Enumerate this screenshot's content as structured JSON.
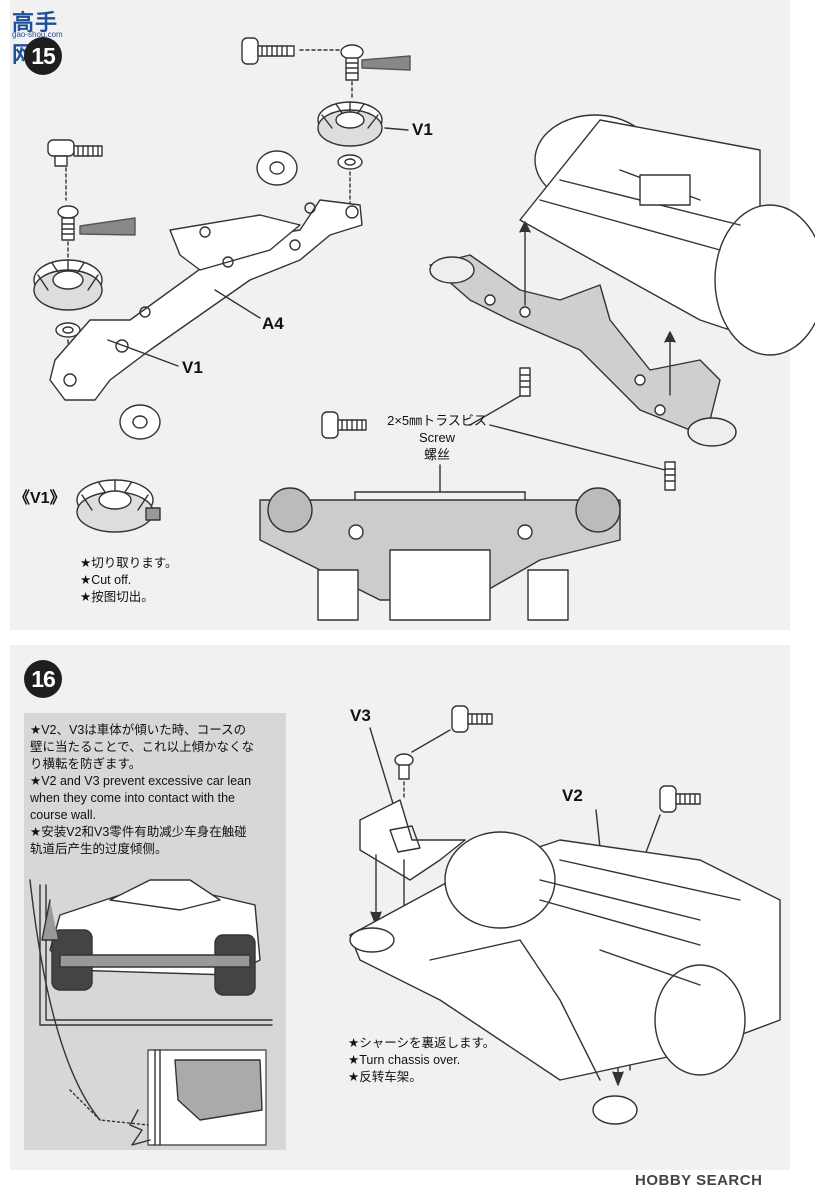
{
  "watermark": {
    "site_title": "高手网",
    "site_url": "gao-shou.com"
  },
  "step15": {
    "number": "15",
    "labels": {
      "v1_top": "V1",
      "a4": "A4",
      "v1_left": "V1",
      "screw_jp": "2×5㎜トラスビス",
      "screw_en": "Screw",
      "screw_cn": "螺丝"
    },
    "detail": {
      "title": "《V1》",
      "notes": [
        "★切り取ります。",
        "★Cut off.",
        "★按图切出。"
      ]
    }
  },
  "step16": {
    "number": "16",
    "notes": [
      "★V2、V3は車体が傾いた時、コースの",
      "壁に当たることで、これ以上傾かなくな",
      "り横転を防ぎます。",
      "★V2 and V3 prevent excessive car lean",
      "when they come into contact with the",
      "course wall.",
      "★安装V2和V3零件有助减少车身在触碰",
      "轨道后产生的过度倾侧。"
    ],
    "labels": {
      "v3": "V3",
      "v2": "V2"
    },
    "turn_notes": [
      "★シャーシを裏返します。",
      "★Turn chassis over.",
      "★反转车架。"
    ]
  },
  "footer": {
    "brand": "HOBBY SEARCH"
  },
  "colors": {
    "panel": "#f1f1f1",
    "note_box": "#d7d7d7",
    "badge": "#1e1e1e",
    "watermark": "#1e4f9a"
  }
}
